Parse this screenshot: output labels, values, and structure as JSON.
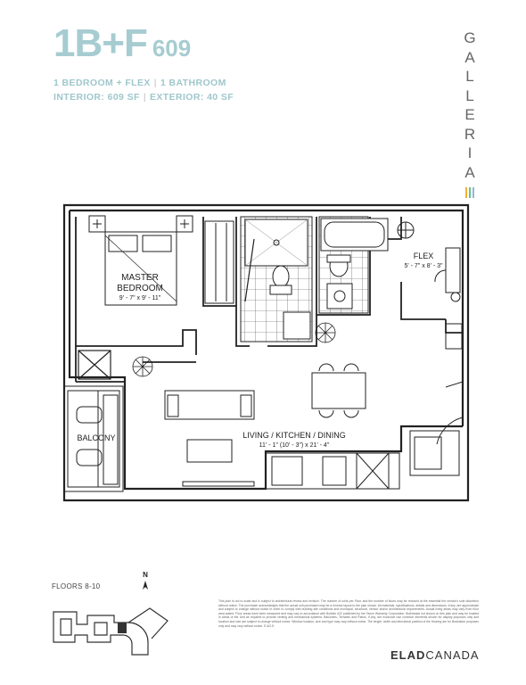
{
  "unit": {
    "code": "1B+F",
    "number": "609",
    "spec_line1": [
      "1 BEDROOM + FLEX",
      "1 BATHROOM"
    ],
    "spec_line2": [
      "INTERIOR: 609 SF",
      "EXTERIOR: 40 SF"
    ]
  },
  "brand": {
    "letters": [
      "G",
      "A",
      "L",
      "L",
      "E",
      "R",
      "I",
      "A"
    ],
    "stripe_colors": [
      "#f2b233",
      "#6cbf8a",
      "#8fb9d9"
    ]
  },
  "rooms": {
    "master_bedroom": {
      "name_line1": "MASTER",
      "name_line2": "BEDROOM",
      "dims": "9' - 7\" x 9' - 11\""
    },
    "flex": {
      "name": "FLEX",
      "dims": "5' - 7\" x 8' - 3\""
    },
    "balcony": {
      "name": "BALCONY"
    },
    "living": {
      "name": "LIVING / KITCHEN / DINING",
      "dims": "11' - 1\" (10' - 3\") x 21' - 4\""
    }
  },
  "footer": {
    "floors": "FLOORS 8-10",
    "north": "N",
    "disclaimer": "This plan is not to scale and is subject to architectural review and revision. The number of units per Floor and the number of floors may be reduced at the essential the vendor's sole discretion without notice. The purchaser acknowledges that the actual unit purchased may be a reverse layout to the plan shown. All materials, specifications, details and dimensions, if any, are approximate and subject to change without notice in order to comply with building site conditions and municipal, structural, vendor and/or architectural requirements. Actual living areas may vary from floor area stated. Floor areas have been measured and may vary in accordance with Bulletin #22 published by the Tarion Warranty Corporation. Bulkheads not shown on this plan and may be located in areas of the Unit as required to provide venting and mechanical systems. Balconies, Terraces and Patios, if any, are exclusive use common elements shown for display purposes only and location and size are subject to change without notice. Window location, size and type may vary without notice. The length, width and directional position of the flooring are for illustration purposes only and may vary without notice. E.&O.E.",
    "developer_bold": "ELAD",
    "developer_rest": "CANADA"
  },
  "colors": {
    "title": "#a6ccd1",
    "line": "#222222",
    "light_line": "#999999"
  }
}
